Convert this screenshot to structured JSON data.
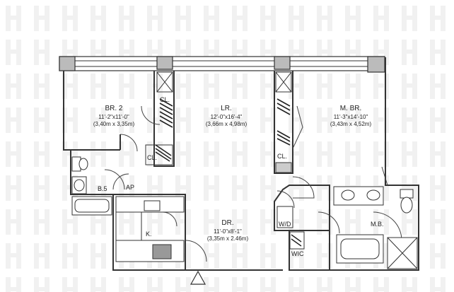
{
  "rooms": {
    "br2": {
      "name": "BR. 2",
      "dim_imperial": "11'-2\"x11'-0\"",
      "dim_metric": "(3,40m x 3,35m)"
    },
    "lr": {
      "name": "LR.",
      "dim_imperial": "12'-0\"x16'-4\"",
      "dim_metric": "(3,66m x 4,98m)"
    },
    "mbr": {
      "name": "M. BR.",
      "dim_imperial": "11'-3\"x14'-10\"",
      "dim_metric": "(3,43m x 4,52m)"
    },
    "dr": {
      "name": "DR.",
      "dim_imperial": "11'-0\"x8'-1\"",
      "dim_metric": "(3,35m x 2.46m)"
    }
  },
  "small_labels": {
    "cl1": "CL.",
    "cl2": "CL.",
    "cl3": "CL.",
    "b5": "B.5",
    "ap": "AP",
    "k": "K.",
    "wd": "W/D",
    "wic": "WIC",
    "mb": "M.B."
  },
  "colors": {
    "wall": "#333333",
    "line": "#444444",
    "watermark": "#f1f1f1"
  }
}
